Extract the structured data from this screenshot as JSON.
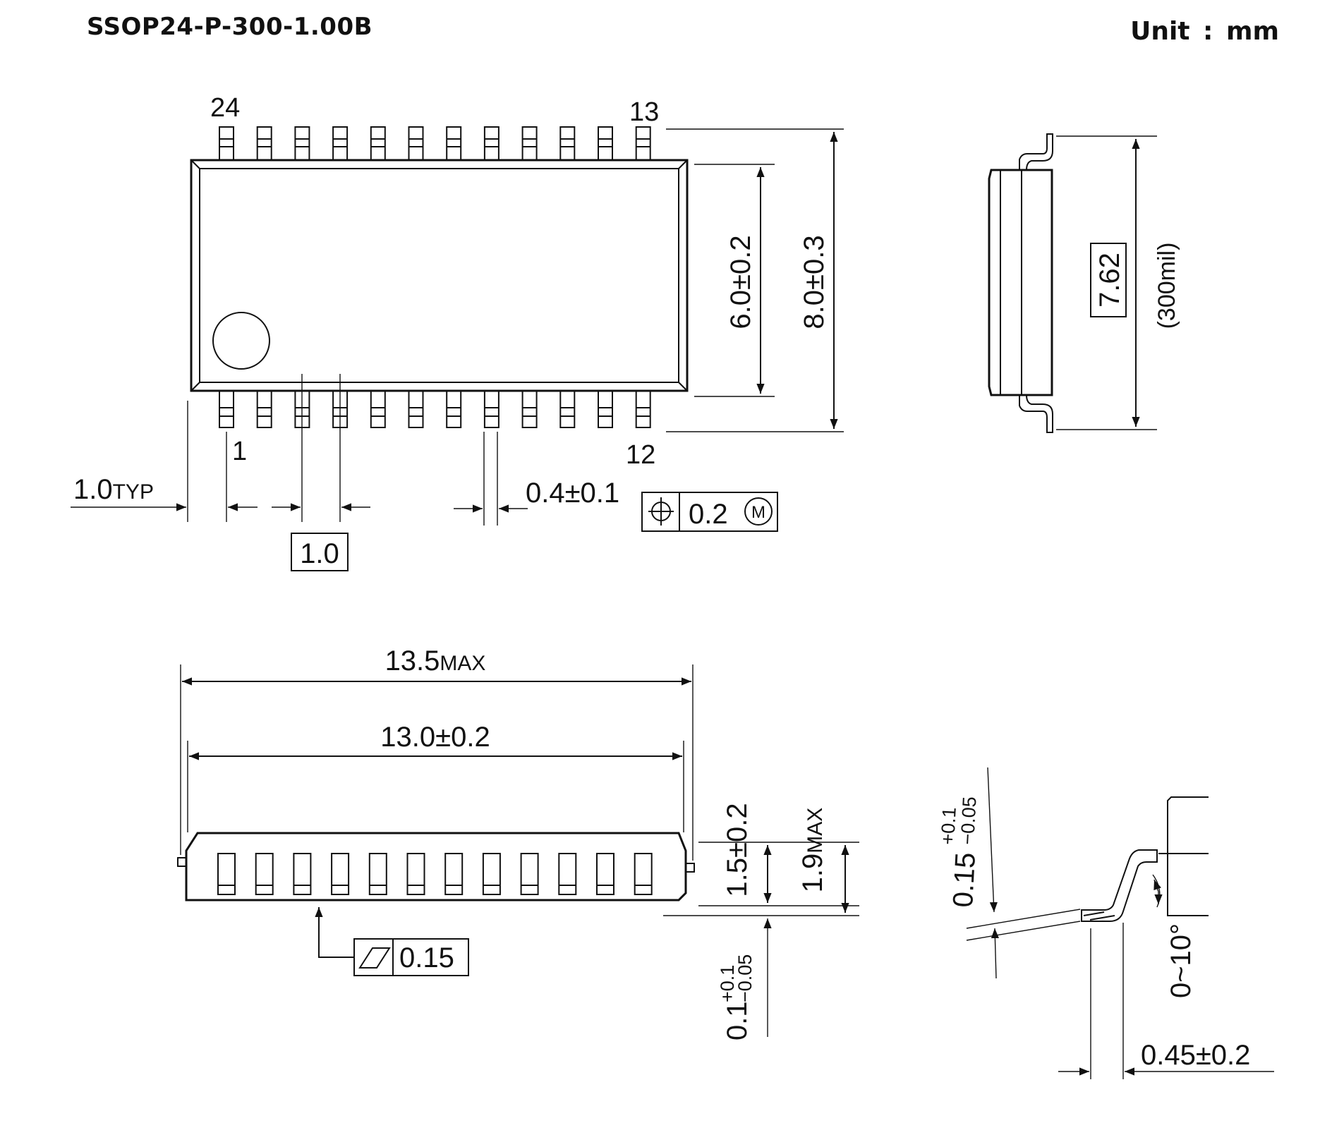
{
  "header": {
    "package_code": "SSOP24-P-300-1.00B",
    "unit_label": "Unit : mm"
  },
  "top_view": {
    "pin_numbers": {
      "top_left": "24",
      "top_right": "13",
      "bottom_left": "1",
      "bottom_right": "12"
    },
    "dim_body_width": "6.0±0.2",
    "dim_overall_width": "8.0±0.3",
    "dim_pin_offset": {
      "value": "1.0",
      "suffix": "TYP"
    },
    "dim_pitch_basic": "1.0",
    "dim_lead_width": "0.4±0.1",
    "position_tolerance": {
      "value": "0.2",
      "modifier": "M"
    }
  },
  "end_view": {
    "dim_row_spacing_basic": "7.62",
    "dim_row_spacing_mil": "(300mil)"
  },
  "side_view": {
    "dim_overall_length": {
      "value": "13.5",
      "suffix": "MAX"
    },
    "dim_body_length": "13.0±0.2",
    "dim_body_height": "1.5±0.2",
    "dim_total_height": {
      "value": "1.9",
      "suffix": "MAX"
    },
    "dim_standoff": {
      "value": "0.1",
      "plus": "+0.1",
      "minus": "−0.05"
    },
    "flatness_tolerance": "0.15"
  },
  "lead_detail": {
    "dim_lead_thickness": {
      "value": "0.15",
      "plus": "+0.1",
      "minus": "−0.05"
    },
    "dim_angle": "0~10°",
    "dim_foot_length": "0.45±0.2"
  }
}
